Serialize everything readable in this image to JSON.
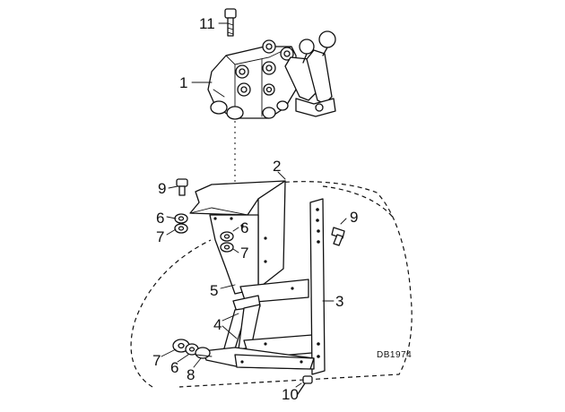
{
  "diagram": {
    "reference_code": "DB1974",
    "callouts": {
      "c1": "1",
      "c2": "2",
      "c3": "3",
      "c4": "4",
      "c5": "5",
      "c6a": "6",
      "c6b": "6",
      "c6c": "6",
      "c7a": "7",
      "c7b": "7",
      "c7c": "7",
      "c8": "8",
      "c9a": "9",
      "c9b": "9",
      "c10": "10",
      "c11": "11"
    }
  }
}
